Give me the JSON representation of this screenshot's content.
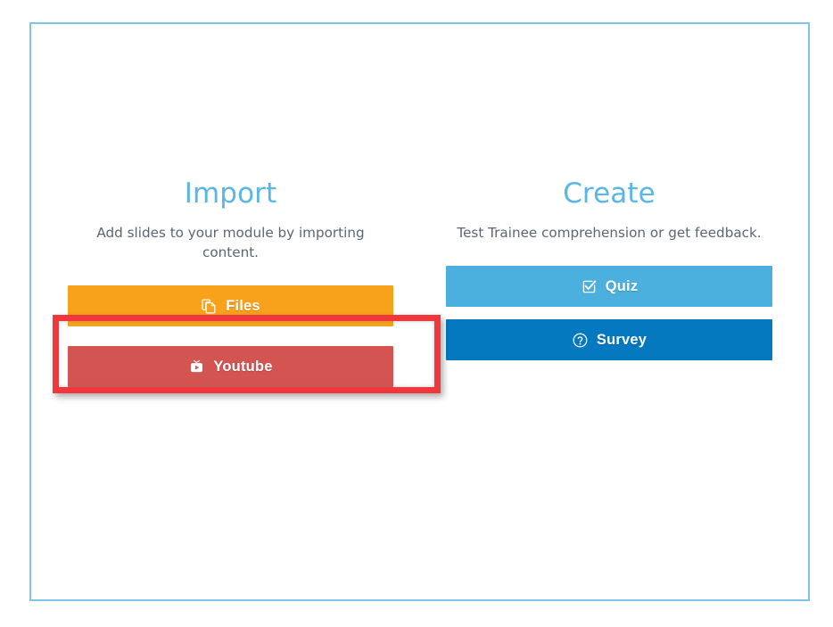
{
  "card": {
    "border_color": "#7ec3e8",
    "background": "#ffffff"
  },
  "columns": [
    {
      "key": "import",
      "heading": "Import",
      "description": "Add slides to your module by importing content.",
      "heading_color": "#59b6e5",
      "buttons": [
        {
          "key": "files",
          "label": "Files",
          "icon": "files-copy-icon",
          "color": "#f8a11a",
          "highlighted": true
        },
        {
          "key": "youtube",
          "label": "Youtube",
          "icon": "youtube-icon",
          "color": "#d35450",
          "highlighted": false
        }
      ]
    },
    {
      "key": "create",
      "heading": "Create",
      "description": "Test Trainee comprehension or get feedback.",
      "heading_color": "#59b6e5",
      "buttons": [
        {
          "key": "quiz",
          "label": "Quiz",
          "icon": "checked-box-icon",
          "color": "#4bb0dd",
          "highlighted": false
        },
        {
          "key": "survey",
          "label": "Survey",
          "icon": "question-circle-icon",
          "color": "#0579bf",
          "highlighted": false
        }
      ]
    }
  ],
  "annotation": {
    "type": "highlight-rectangle",
    "target": "Files",
    "color": "#f0373c"
  }
}
